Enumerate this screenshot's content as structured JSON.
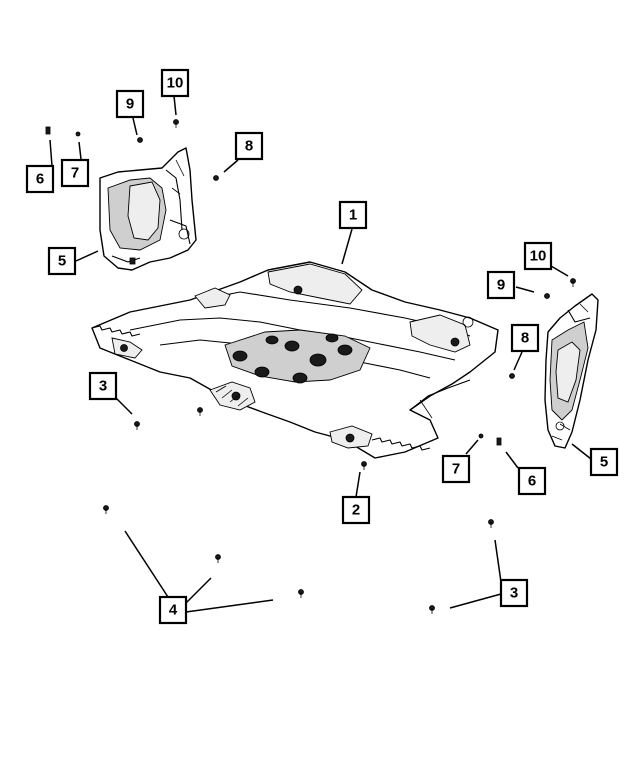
{
  "diagram": {
    "colors": {
      "line": "#000000",
      "background": "#ffffff",
      "shade": "#cfcfcf"
    },
    "callouts": [
      {
        "id": "c1",
        "label": "1"
      },
      {
        "id": "c2",
        "label": "2"
      },
      {
        "id": "c3a",
        "label": "3"
      },
      {
        "id": "c3b",
        "label": "3"
      },
      {
        "id": "c4",
        "label": "4"
      },
      {
        "id": "c5a",
        "label": "5"
      },
      {
        "id": "c5b",
        "label": "5"
      },
      {
        "id": "c6a",
        "label": "6"
      },
      {
        "id": "c6b",
        "label": "6"
      },
      {
        "id": "c7a",
        "label": "7"
      },
      {
        "id": "c7b",
        "label": "7"
      },
      {
        "id": "c8a",
        "label": "8"
      },
      {
        "id": "c8b",
        "label": "8"
      },
      {
        "id": "c9a",
        "label": "9"
      },
      {
        "id": "c9b",
        "label": "9"
      },
      {
        "id": "c10a",
        "label": "10"
      },
      {
        "id": "c10b",
        "label": "10"
      }
    ]
  }
}
